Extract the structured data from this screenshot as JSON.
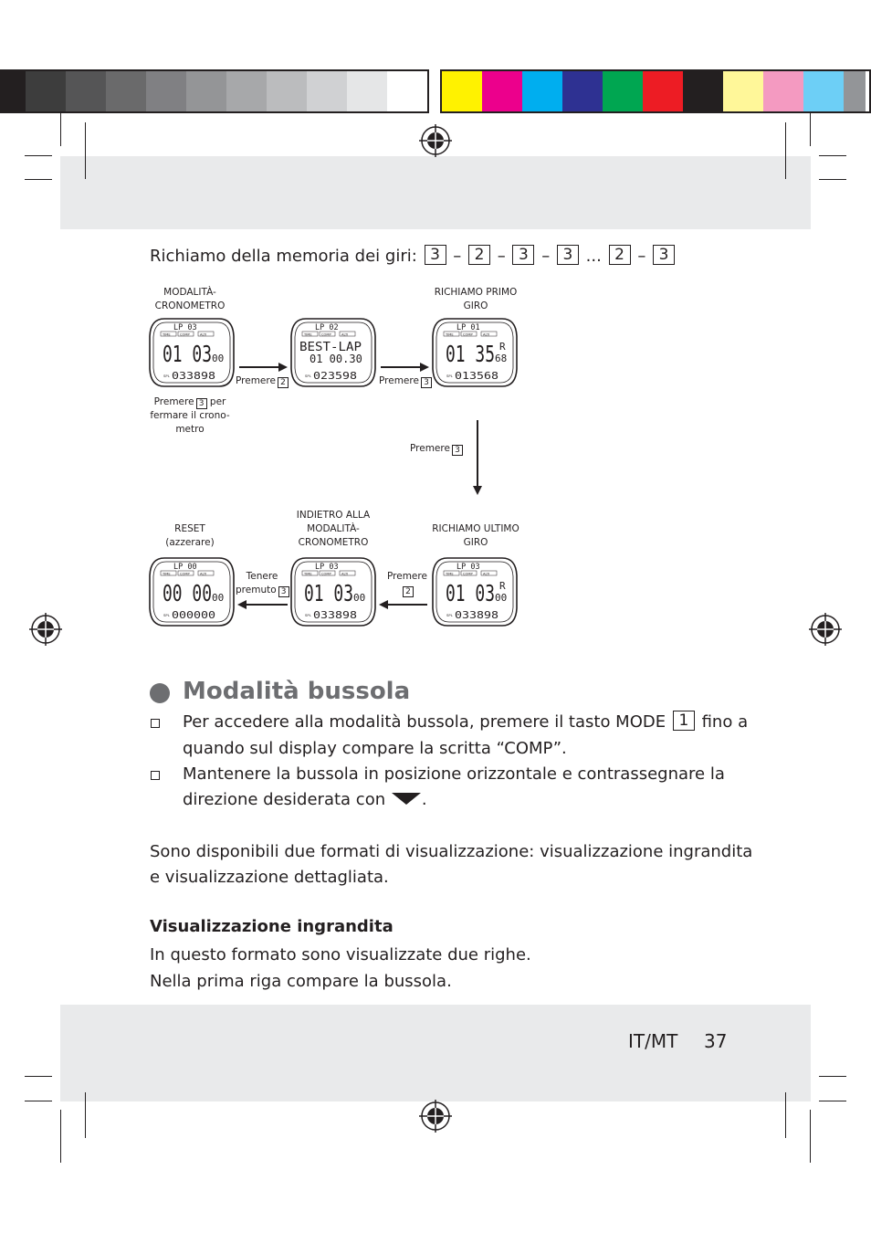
{
  "print_bar": {
    "left_swatches": [
      "#231f20",
      "#3d3d3d",
      "#555556",
      "#6a6a6b",
      "#808083",
      "#949597",
      "#a7a8aa",
      "#bbbcbe",
      "#d0d1d3",
      "#e5e6e7",
      "#ffffff"
    ],
    "right_swatches": [
      "#fff200",
      "#ec008c",
      "#00aeef",
      "#2e3192",
      "#00a651",
      "#ed1c24",
      "#231f20",
      "#fff799",
      "#f49ac1",
      "#6dcff6",
      "#939598"
    ]
  },
  "intro": {
    "prefix": "Richiamo della memoria dei giri:",
    "sequence": [
      "3",
      "2",
      "3",
      "3",
      "2",
      "3"
    ],
    "dash": "–",
    "ellipsis": "..."
  },
  "diagram": {
    "labels": {
      "mode": [
        "MODALITÀ-",
        "CRONOMETRO"
      ],
      "first_lap": [
        "RICHIAMO PRIMO",
        "GIRO"
      ],
      "reset": [
        "RESET",
        "(azzerare)"
      ],
      "back": [
        "INDIETRO ALLA",
        "MODALITÀ-",
        "CRONOMETRO"
      ],
      "last_lap": [
        "RICHIAMO ULTIMO",
        "GIRO"
      ],
      "press_stop": [
        "Premere",
        "per",
        "fermare il crono-",
        "metro"
      ],
      "press": "Premere",
      "hold": [
        "Tenere",
        "premuto"
      ]
    },
    "keys": {
      "k1": "2",
      "k2": "3",
      "k3": "3",
      "k4": "2",
      "k5": "3",
      "stop": "3"
    },
    "watches": [
      {
        "top": "LP  03",
        "main": "01 03",
        "sub": "00",
        "bottom": "033898"
      },
      {
        "top": "LP  02",
        "main": "BEST-LAP",
        "sub": "01 00.30",
        "bottom": "023598"
      },
      {
        "top": "LP  01",
        "main": "01 35",
        "sub": "68",
        "bottom": "013568",
        "flag": "R"
      },
      {
        "top": "LP  00",
        "main": "00 00",
        "sub": "00",
        "bottom": "000000"
      },
      {
        "top": "LP  03",
        "main": "01 03",
        "sub": "00",
        "bottom": "033898"
      },
      {
        "top": "LP  03",
        "main": "01 03",
        "sub": "00",
        "bottom": "033898",
        "flag": "R"
      }
    ],
    "watch_buttons": [
      "TIME",
      "COMP",
      "ALTI"
    ],
    "watch_spl": "SPL"
  },
  "section": {
    "title": "Modalità bussola",
    "item1_a": "Per accedere alla modalità bussola, premere il tasto MODE",
    "item1_key": "1",
    "item1_b": "fino a",
    "item1_c": "quando sul display compare la scritta “COMP”.",
    "item2_a": "Mantenere la bussola in posizione orizzontale e contrassegnare la",
    "item2_b": "direzione desiderata con",
    "item2_end": ".",
    "para1_a": "Sono disponibili due formati di visualizzazione: visualizzazione ingrandita",
    "para1_b": "e visualizzazione dettagliata.",
    "subheading": "Visualizzazione ingrandita",
    "para2_a": "In questo formato sono visualizzate due righe.",
    "para2_b": "Nella prima riga compare la bussola."
  },
  "footer": {
    "lang": "IT/MT",
    "page": "37"
  }
}
